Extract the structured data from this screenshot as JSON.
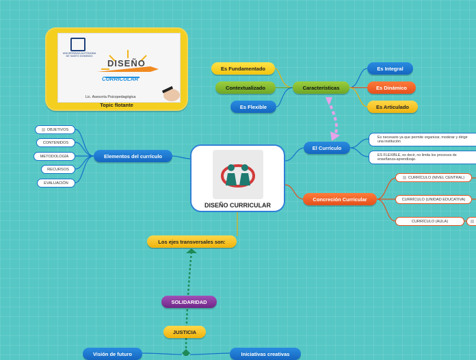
{
  "central": {
    "label": "DISEÑO CURRICULAR"
  },
  "topic": {
    "label": "Topic flotante",
    "image_text": {
      "university": "UNIVERSIDAD AUTÓNOMA DE SANTO DOMINGO",
      "title_main": "DISEÑO",
      "title_sub": "CURRICULAR",
      "credit": "Lic. Asesoría Psicopedagógica"
    }
  },
  "caracteristicas": {
    "label": "Características",
    "left": [
      "Es Fundamentado",
      "Contextualizado",
      "Es Flexible"
    ],
    "right": [
      "Es Integral",
      "Es Dinámico",
      "Es Articulado"
    ]
  },
  "curriculo": {
    "label": "El Currículo",
    "notes": [
      "Es necesario ya que permite organizar, moderar y dirigir una institución",
      "ES FLEXIBLE, es decir, no limita los procesos de enseñanza-aprendizaje."
    ]
  },
  "concrecion": {
    "label": "Concreción Curricular",
    "items": [
      "CURRÍCULO (NIVEL CENTRAL)",
      "CURRÍCULO (UNIDAD EDUCATIVA)",
      "CURRÍCULO (AULA)"
    ]
  },
  "elementos": {
    "label": "Elementos del currículo",
    "items": [
      "OBJETIVOS",
      "CONTENIDOS",
      "METODOLOGÍA",
      "RECURSOS",
      "EVALUACIÓN"
    ]
  },
  "ejes": {
    "label": "Los ejes transversales son:",
    "items": [
      "SOLIDARIDAD",
      "JUSTICIA"
    ],
    "bottom_left": "Visión de futuro",
    "bottom_right": "Iniciativas creativas"
  },
  "colors": {
    "background": "#56c7c5",
    "line_blue": "#1570c8",
    "dashed_green": "#1f8a57",
    "dashed_pink": "#e6a2e8"
  }
}
